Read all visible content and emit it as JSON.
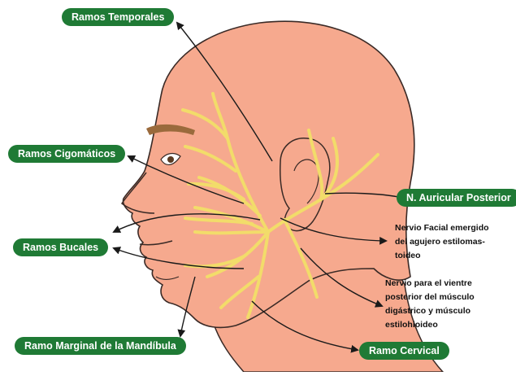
{
  "labels": {
    "temporales": "Ramos Temporales",
    "cigomaticos": "Ramos Cigomáticos",
    "bucales": "Ramos Bucales",
    "marginal": "Ramo Marginal de la Mandíbula",
    "auricular": "N. Auricular Posterior",
    "cervical": "Ramo Cervical"
  },
  "notes": {
    "facial_emergido": [
      "Nervio Facial emergido",
      "del agujero estilomas-",
      "toideo"
    ],
    "vientre_posterior": [
      "Nervio para el vientre",
      "posterior del músculo",
      "digástrico y músculo",
      "estilohioideo"
    ]
  },
  "colors": {
    "skin": "#f6a98e",
    "skin_outline": "#3a2a26",
    "nerve": "#f2dc6a",
    "label_bg": "#1f7a35",
    "label_text": "#ffffff",
    "eyebrow": "#9a6a3c",
    "arrow": "#1a1a1a"
  }
}
